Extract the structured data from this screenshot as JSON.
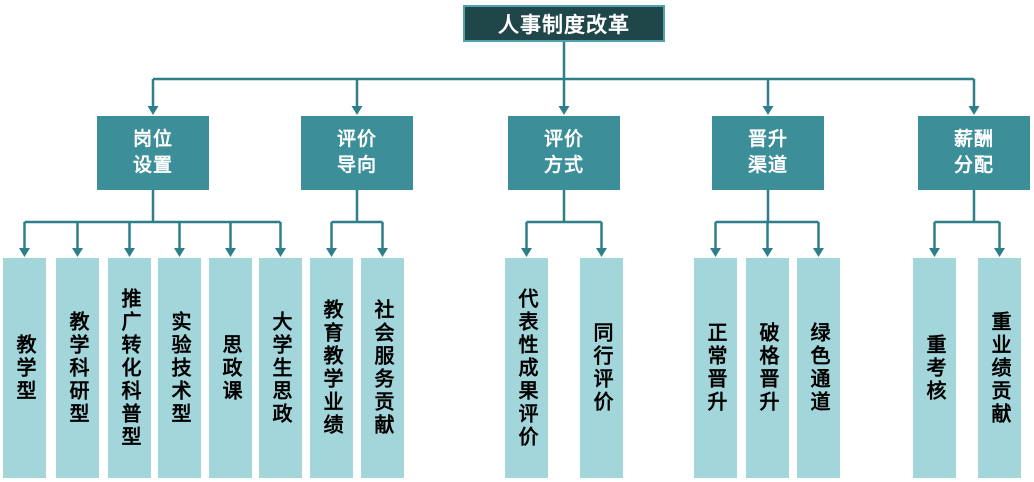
{
  "diagram": {
    "type": "org-chart",
    "root": {
      "label": "人事制度改革"
    },
    "branches": [
      {
        "label": "岗位\n设置",
        "children": [
          "教学型",
          "教学科研型",
          "推广转化科普型",
          "实验技术型",
          "思政课",
          "大学生思政"
        ]
      },
      {
        "label": "评价\n导向",
        "children": [
          "教育教学业绩",
          "社会服务贡献"
        ]
      },
      {
        "label": "评价\n方式",
        "children": [
          "代表性成果评价",
          "同行评价"
        ]
      },
      {
        "label": "晋升\n渠道",
        "children": [
          "正常晋升",
          "破格晋升",
          "绿色通道"
        ]
      },
      {
        "label": "薪酬\n分配",
        "children": [
          "重考核",
          "重业绩贡献"
        ]
      }
    ],
    "colors": {
      "root_fill": "#1F4649",
      "root_border": "#4FA3AC",
      "branch_fill": "#3C8E99",
      "leaf_fill": "#A3D6DB",
      "connector": "#2F7F8B",
      "root_text": "#FFFFFF",
      "branch_text": "#FFFFFF",
      "leaf_text": "#000000",
      "bg": "#FFFFFF"
    }
  }
}
